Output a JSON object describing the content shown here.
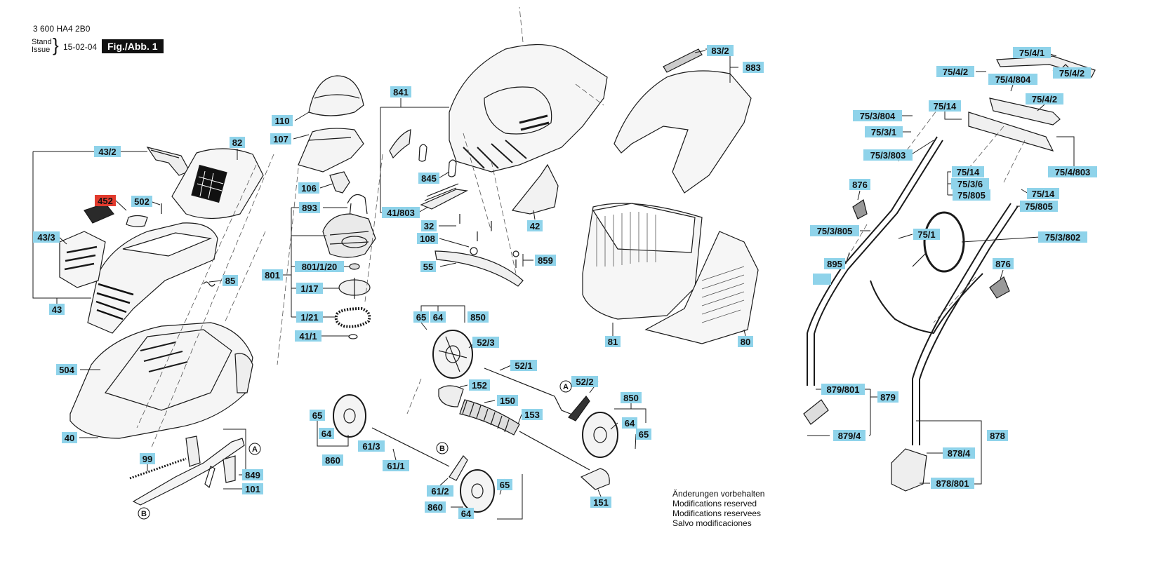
{
  "header": {
    "part_number": "3 600 HA4 2B0",
    "stand_label": "Stand",
    "issue_label": "Issue",
    "date": "15-02-04",
    "figure": "Fig./Abb. 1"
  },
  "notes": [
    "Änderungen vorbehalten",
    "Modifications reserved",
    "Modifications reservees",
    "Salvo modificaciones"
  ],
  "colors": {
    "label_fill": "#8fd3ea",
    "highlight_fill": "#e23b2e",
    "line": "#1a1a1a"
  },
  "labels": [
    {
      "id": "l-110",
      "text": "110"
    },
    {
      "id": "l-107",
      "text": "107"
    },
    {
      "id": "l-43-2",
      "text": "43/2"
    },
    {
      "id": "l-82",
      "text": "82"
    },
    {
      "id": "l-452",
      "text": "452",
      "highlight": true
    },
    {
      "id": "l-502",
      "text": "502"
    },
    {
      "id": "l-43-3",
      "text": "43/3"
    },
    {
      "id": "l-85",
      "text": "85"
    },
    {
      "id": "l-43",
      "text": "43"
    },
    {
      "id": "l-106",
      "text": "106"
    },
    {
      "id": "l-893",
      "text": "893"
    },
    {
      "id": "l-801",
      "text": "801"
    },
    {
      "id": "l-801-1-20",
      "text": "801/1/20"
    },
    {
      "id": "l-1-17",
      "text": "1/17"
    },
    {
      "id": "l-1-21",
      "text": "1/21"
    },
    {
      "id": "l-41-1",
      "text": "41/1"
    },
    {
      "id": "l-841",
      "text": "841"
    },
    {
      "id": "l-845",
      "text": "845"
    },
    {
      "id": "l-41-803",
      "text": "41/803"
    },
    {
      "id": "l-32",
      "text": "32"
    },
    {
      "id": "l-108",
      "text": "108"
    },
    {
      "id": "l-42",
      "text": "42"
    },
    {
      "id": "l-55",
      "text": "55"
    },
    {
      "id": "l-859",
      "text": "859"
    },
    {
      "id": "l-504",
      "text": "504"
    },
    {
      "id": "l-40",
      "text": "40"
    },
    {
      "id": "l-99",
      "text": "99"
    },
    {
      "id": "l-849",
      "text": "849"
    },
    {
      "id": "l-101",
      "text": "101"
    },
    {
      "id": "l-65a",
      "text": "65"
    },
    {
      "id": "l-64a",
      "text": "64"
    },
    {
      "id": "l-850a",
      "text": "850"
    },
    {
      "id": "l-52-3",
      "text": "52/3"
    },
    {
      "id": "l-52-1",
      "text": "52/1"
    },
    {
      "id": "l-52-2",
      "text": "52/2"
    },
    {
      "id": "l-152",
      "text": "152"
    },
    {
      "id": "l-150",
      "text": "150"
    },
    {
      "id": "l-153",
      "text": "153"
    },
    {
      "id": "l-850b",
      "text": "850"
    },
    {
      "id": "l-64b",
      "text": "64"
    },
    {
      "id": "l-65b",
      "text": "65"
    },
    {
      "id": "l-65c",
      "text": "65"
    },
    {
      "id": "l-64c",
      "text": "64"
    },
    {
      "id": "l-860a",
      "text": "860"
    },
    {
      "id": "l-61-3",
      "text": "61/3"
    },
    {
      "id": "l-61-1",
      "text": "61/1"
    },
    {
      "id": "l-61-2",
      "text": "61/2"
    },
    {
      "id": "l-65d",
      "text": "65"
    },
    {
      "id": "l-860b",
      "text": "860"
    },
    {
      "id": "l-64d",
      "text": "64"
    },
    {
      "id": "l-151",
      "text": "151"
    },
    {
      "id": "l-83-2",
      "text": "83/2"
    },
    {
      "id": "l-883",
      "text": "883"
    },
    {
      "id": "l-81",
      "text": "81"
    },
    {
      "id": "l-80",
      "text": "80"
    },
    {
      "id": "l-75-4-1",
      "text": "75/4/1"
    },
    {
      "id": "l-75-4-2a",
      "text": "75/4/2"
    },
    {
      "id": "l-75-4-2b",
      "text": "75/4/2"
    },
    {
      "id": "l-75-4-804",
      "text": "75/4/804"
    },
    {
      "id": "l-75-4-2c",
      "text": "75/4/2"
    },
    {
      "id": "l-75-14a",
      "text": "75/14"
    },
    {
      "id": "l-75-3-804",
      "text": "75/3/804"
    },
    {
      "id": "l-75-3-1",
      "text": "75/3/1"
    },
    {
      "id": "l-75-3-803",
      "text": "75/3/803"
    },
    {
      "id": "l-75-4-803",
      "text": "75/4/803"
    },
    {
      "id": "l-75-14b",
      "text": "75/14"
    },
    {
      "id": "l-75-3-6",
      "text": "75/3/6"
    },
    {
      "id": "l-75-805a",
      "text": "75/805"
    },
    {
      "id": "l-75-14c",
      "text": "75/14"
    },
    {
      "id": "l-75-805b",
      "text": "75/805"
    },
    {
      "id": "l-876a",
      "text": "876"
    },
    {
      "id": "l-75-3-805",
      "text": "75/3/805"
    },
    {
      "id": "l-75-1",
      "text": "75/1"
    },
    {
      "id": "l-75-3-802",
      "text": "75/3/802"
    },
    {
      "id": "l-895",
      "text": "895"
    },
    {
      "id": "l-blank",
      "text": ""
    },
    {
      "id": "l-876b",
      "text": "876"
    },
    {
      "id": "l-879-801",
      "text": "879/801"
    },
    {
      "id": "l-879",
      "text": "879"
    },
    {
      "id": "l-879-4",
      "text": "879/4"
    },
    {
      "id": "l-878",
      "text": "878"
    },
    {
      "id": "l-878-4",
      "text": "878/4"
    },
    {
      "id": "l-878-801",
      "text": "878/801"
    }
  ],
  "circle_markers": [
    {
      "id": "m-a1",
      "text": "A"
    },
    {
      "id": "m-b1",
      "text": "B"
    },
    {
      "id": "m-a2",
      "text": "A"
    },
    {
      "id": "m-b2",
      "text": "B"
    }
  ]
}
